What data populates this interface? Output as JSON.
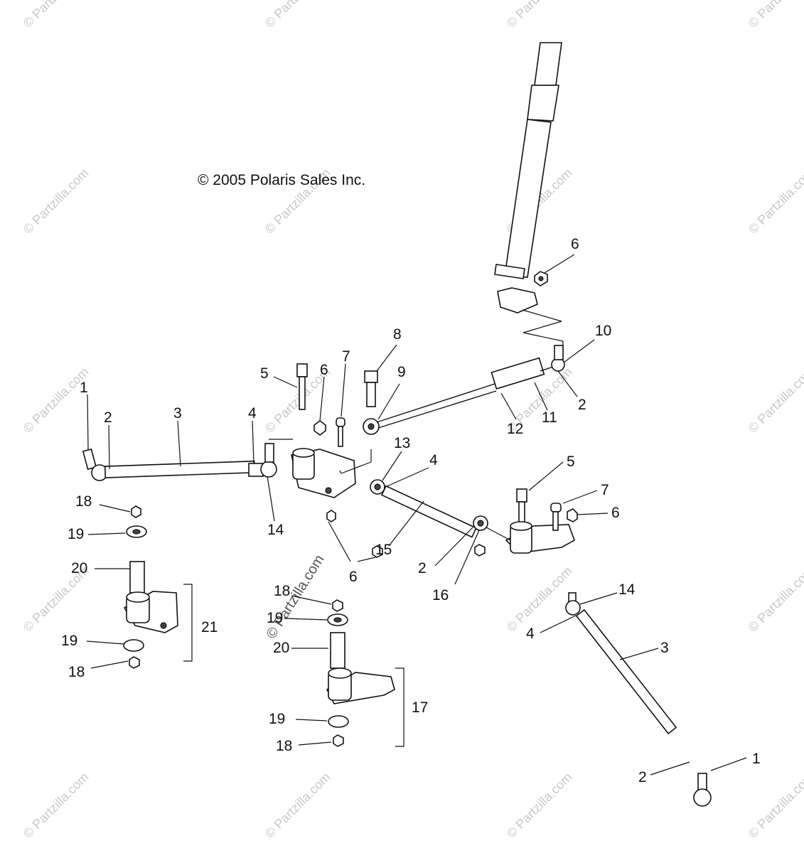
{
  "copyright": "© 2005 Polaris Sales Inc.",
  "watermark": "© Partzilla.com",
  "colors": {
    "ink": "#111111",
    "watermark": "#c8c8c8",
    "background": "#ffffff"
  },
  "callouts": {
    "c1a": "1",
    "c2a": "2",
    "c3a": "3",
    "c4a": "4",
    "c5a": "5",
    "c6a": "6",
    "c7a": "7",
    "c8": "8",
    "c9": "9",
    "c10": "10",
    "c6b": "6",
    "c2b": "2",
    "c11": "11",
    "c12": "12",
    "c13": "13",
    "c4b": "4",
    "c14a": "14",
    "c5b": "5",
    "c7b": "7",
    "c6c": "6",
    "c18a": "18",
    "c19a": "19",
    "c20a": "20",
    "c21": "21",
    "c19b": "19",
    "c18b": "18",
    "c15": "15",
    "c2c": "2",
    "c16": "16",
    "c6d": "6",
    "c18c": "18",
    "c19c": "19",
    "c20b": "20",
    "c17": "17",
    "c19d": "19",
    "c18d": "18",
    "c14b": "14",
    "c4c": "4",
    "c3b": "3",
    "c1b": "1",
    "c2d": "2"
  }
}
